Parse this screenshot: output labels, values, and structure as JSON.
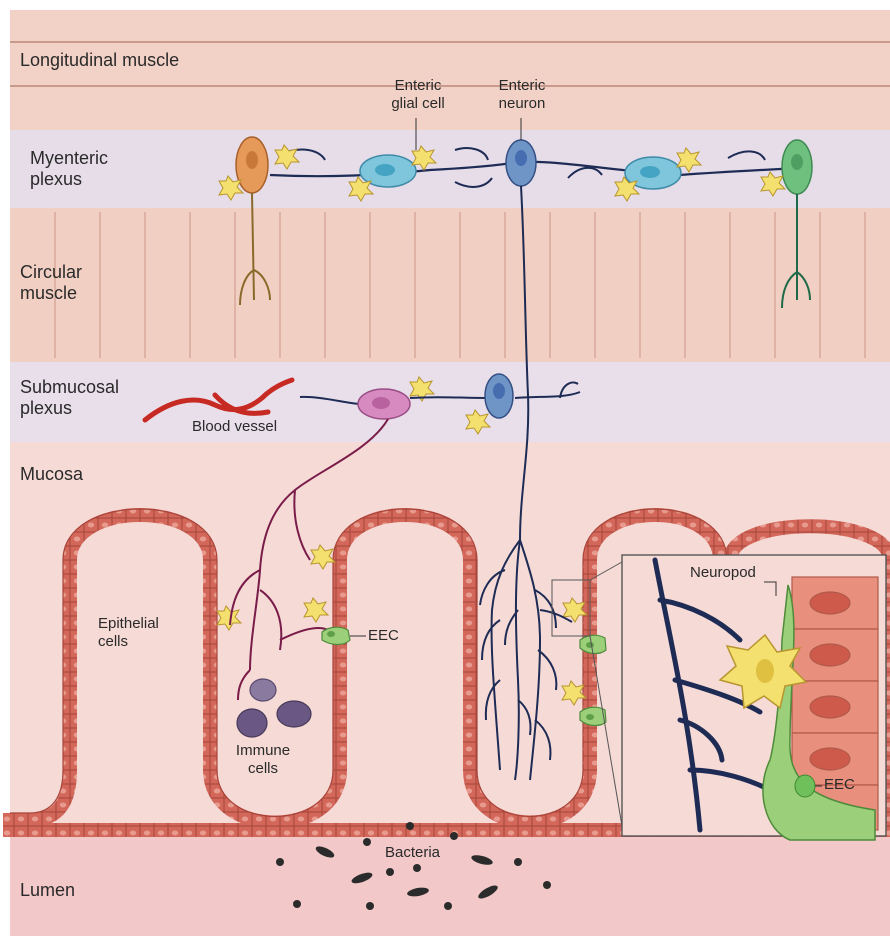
{
  "layers": {
    "longitudinal_muscle": "Longitudinal muscle",
    "myenteric_plexus": "Myenteric\nplexus",
    "circular_muscle": "Circular\nmuscle",
    "submucosal_plexus": "Submucosal\nplexus",
    "mucosa": "Mucosa",
    "lumen": "Lumen"
  },
  "callouts": {
    "enteric_glial_cell": "Enteric\nglial cell",
    "enteric_neuron": "Enteric\nneuron",
    "blood_vessel": "Blood vessel",
    "epithelial_cells": "Epithelial\ncells",
    "eec": "EEC",
    "immune_cells": "Immune\ncells",
    "bacteria": "Bacteria",
    "neuropod": "Neuropod",
    "inset_eec": "EEC"
  },
  "colors": {
    "longitudinal_muscle": "#f2d2c6",
    "myenteric_plexus": "#e6dde9",
    "circular_muscle": "#f1cfc3",
    "submucosal_plexus": "#e8dfea",
    "mucosa": "#f6dad6",
    "lumen": "#f2c8c8",
    "epithelium": "#c8584a",
    "neuron_blue": "#6f95c6",
    "nerve_fiber": "#1e2c55",
    "glial_cell": "#7fc6dc",
    "orange_neuron": "#e69a5a",
    "green_neuron": "#6fbf7f",
    "submucosal_cell": "#d68ac0",
    "enteric_glia_star": "#f3e06e",
    "eec": "#9ccf7a",
    "immune_cell": "#8a7aa0",
    "bacteria": "#2b2b2b",
    "blood_vessel": "#c62a22"
  }
}
